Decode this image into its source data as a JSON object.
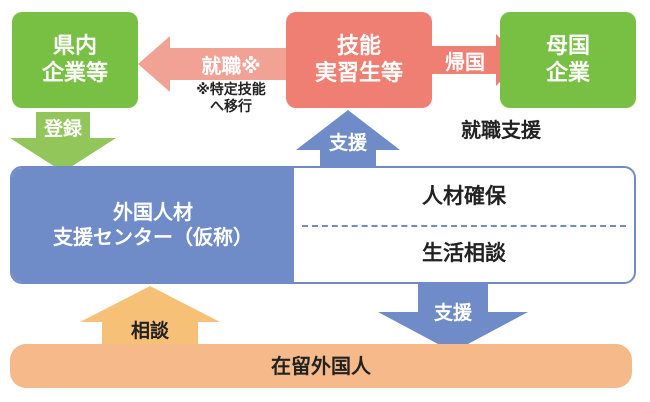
{
  "boxes": {
    "local_companies": "県内\n企業等",
    "trainees": "技能\n実習生等",
    "home_companies": "母国\n企業",
    "support_center": "外国人材\n支援センター（仮称）",
    "talent": "人材確保",
    "consult": "生活相談",
    "residents": "在留外国人"
  },
  "arrows": {
    "employment": "就職※",
    "register": "登録",
    "support_up": "支援",
    "return_home": "帰国",
    "consult_up": "相談",
    "support_down": "支援"
  },
  "notes": {
    "specified_skill": "※特定技能\nへ移行",
    "job_support": "就職支援"
  },
  "colors": {
    "green": "#78c043",
    "salmon": "#ee7f72",
    "blue": "#6f8cc8",
    "orange": "#f7c077",
    "peach": "#f6b989"
  }
}
